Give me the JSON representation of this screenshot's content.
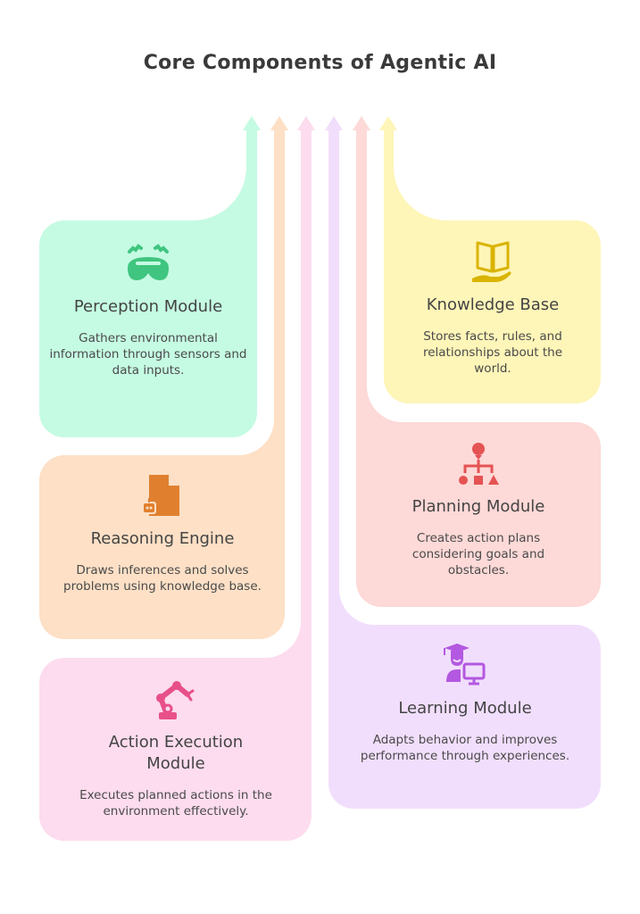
{
  "title": "Core Components of Agentic AI",
  "components": [
    {
      "name": "Perception Module",
      "description": "Gathers environmental information through sensors and data inputs.",
      "icon": "vr-headset-icon",
      "color": "#c5fbe3",
      "icon_color": "#3fc57f"
    },
    {
      "name": "Reasoning Engine",
      "description": "Draws inferences and solves problems using knowledge base.",
      "icon": "robot-document-icon",
      "color": "#fde0c6",
      "icon_color": "#e0802f"
    },
    {
      "name": "Action Execution Module",
      "description": "Executes planned actions in the environment effectively.",
      "icon": "robot-arm-icon",
      "color": "#fcdcee",
      "icon_color": "#e8508a"
    },
    {
      "name": "Knowledge Base",
      "description": "Stores facts, rules, and relationships about the world.",
      "icon": "open-book-hand-icon",
      "color": "#fef5b8",
      "icon_color": "#d9b400"
    },
    {
      "name": "Planning Module",
      "description": "Creates action plans considering goals and obstacles.",
      "icon": "plan-hierarchy-icon",
      "color": "#fdd9d7",
      "icon_color": "#e55353"
    },
    {
      "name": "Learning Module",
      "description": "Adapts behavior and improves performance through experiences.",
      "icon": "student-computer-icon",
      "color": "#f1defc",
      "icon_color": "#b358e0"
    }
  ]
}
